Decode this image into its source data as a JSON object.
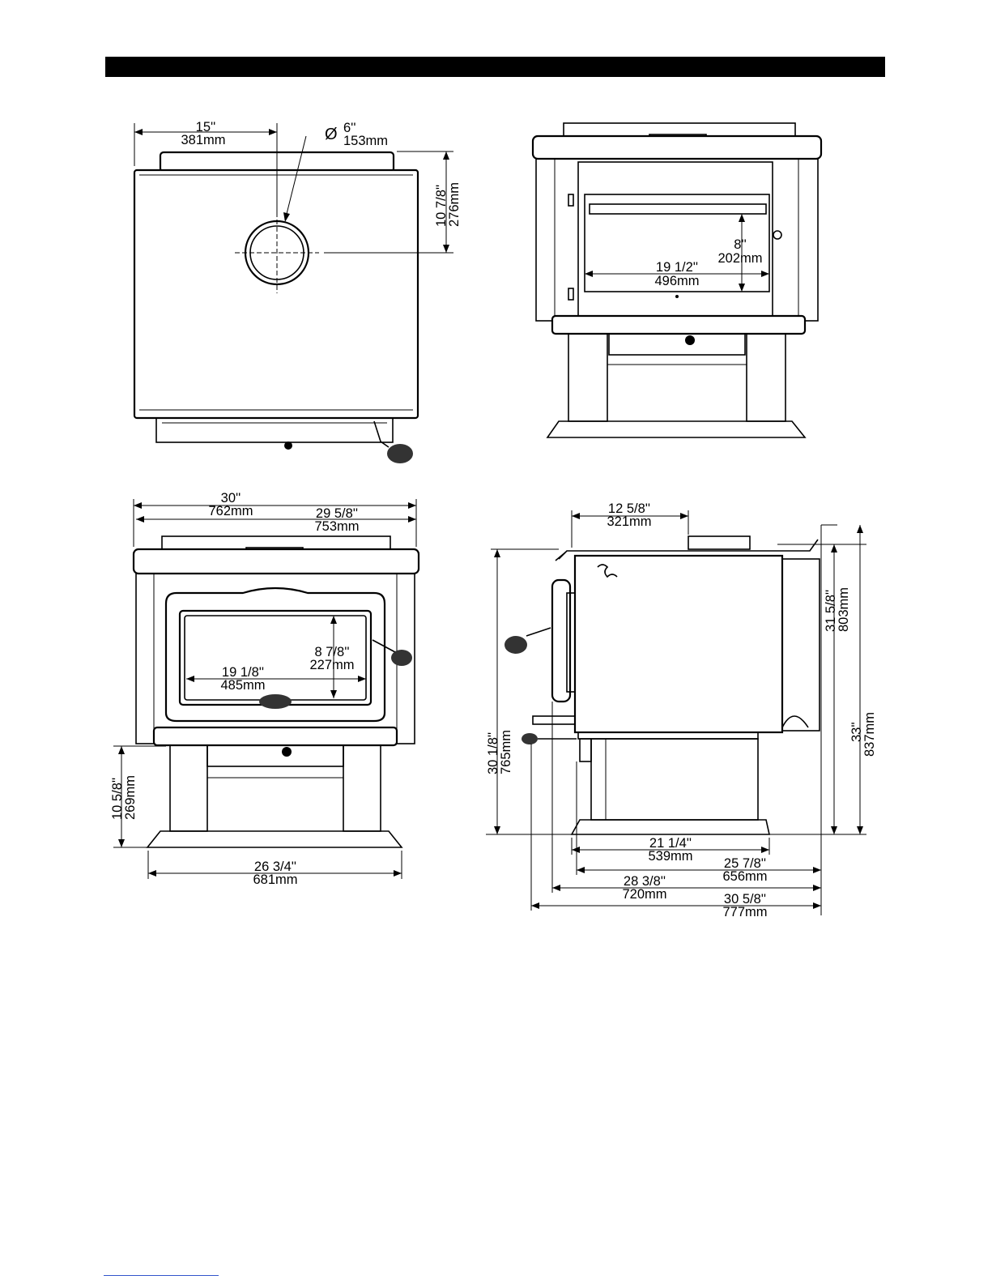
{
  "views": {
    "top": {
      "width_in": "15''",
      "width_mm": "381mm",
      "flue_dia_symbol": "Ø",
      "flue_in": "6''",
      "flue_mm": "153mm",
      "depth_in": "10 7/8''",
      "depth_mm": "276mm"
    },
    "front_open": {
      "height_in": "8''",
      "height_mm": "202mm",
      "width_in": "19 1/2''",
      "width_mm": "496mm"
    },
    "front": {
      "overall_in": "30''",
      "overall_mm": "762mm",
      "top_in": "29 5/8''",
      "top_mm": "753mm",
      "glass_h_in": "8 7/8''",
      "glass_h_mm": "227mm",
      "glass_w_in": "19 1/8''",
      "glass_w_mm": "485mm",
      "leg_h_in": "10 5/8''",
      "leg_h_mm": "269mm",
      "base_w_in": "26 3/4''",
      "base_w_mm": "681mm"
    },
    "side": {
      "top_in": "12 5/8''",
      "top_mm": "321mm",
      "body_h_in": "31 5/8''",
      "body_h_mm": "803mm",
      "total_h_in": "33''",
      "total_h_mm": "837mm",
      "front_h_in": "30 1/8''",
      "front_h_mm": "765mm",
      "base_in": "21 1/4''",
      "base_mm": "539mm",
      "d1_in": "25 7/8''",
      "d1_mm": "656mm",
      "d2_in": "28 3/8''",
      "d2_mm": "720mm",
      "d3_in": "30 5/8''",
      "d3_mm": "777mm"
    }
  }
}
